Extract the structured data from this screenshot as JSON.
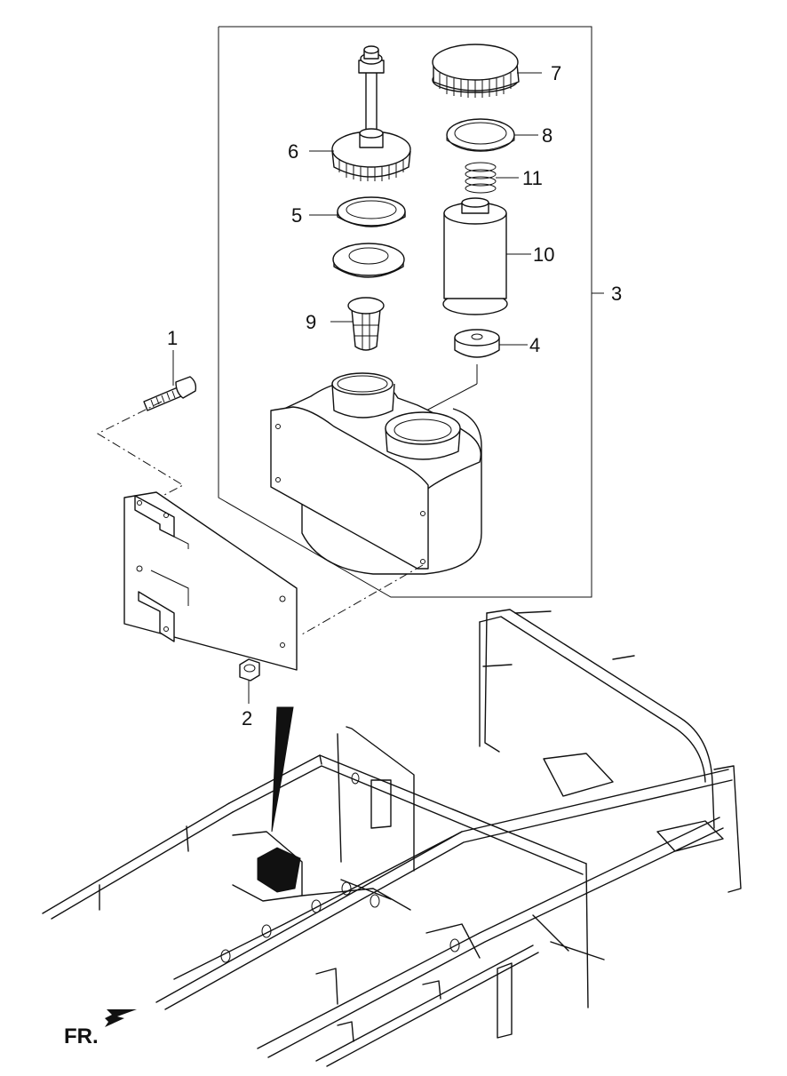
{
  "callouts": {
    "c1": "1",
    "c2": "2",
    "c3": "3",
    "c4": "4",
    "c5": "5",
    "c6": "6",
    "c7": "7",
    "c8": "8",
    "c9": "9",
    "c10": "10",
    "c11": "11"
  },
  "direction": {
    "label": "FR."
  },
  "colors": {
    "line": "#111111",
    "background": "#ffffff"
  }
}
